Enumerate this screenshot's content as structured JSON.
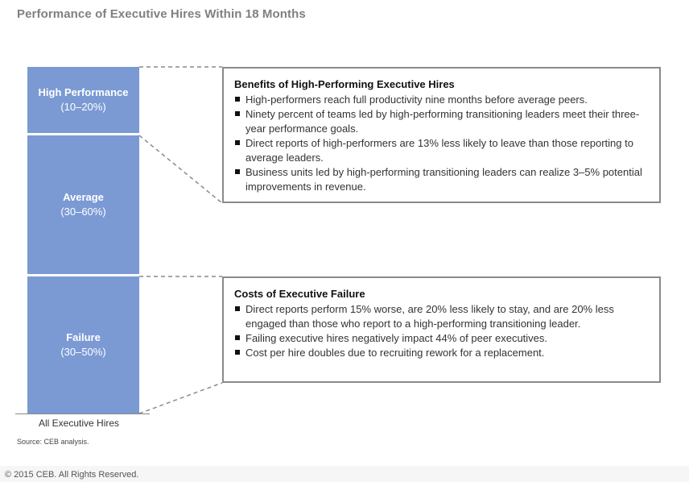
{
  "title": "Performance of Executive Hires Within 18 Months",
  "segments": [
    {
      "name": "High Performance",
      "range": "(10–20%)"
    },
    {
      "name": "Average",
      "range": "(30–60%)"
    },
    {
      "name": "Failure",
      "range": "(30–50%)"
    }
  ],
  "axis_label": "All Executive Hires",
  "source": "Source: CEB analysis.",
  "benefits": {
    "title": "Benefits of High-Performing Executive Hires",
    "items": [
      "High-performers reach full productivity nine months before average peers.",
      "Ninety percent of teams led by high-performing transitioning leaders meet their three-year performance goals.",
      "Direct reports of high-performers are 13% less likely to leave than those reporting to average leaders.",
      "Business units led by high-performing transitioning leaders can realize 3–5% potential improvements in revenue."
    ]
  },
  "costs": {
    "title": "Costs of Executive Failure",
    "items": [
      "Direct reports perform 15% worse, are 20% less likely to stay, and are 20% less engaged than those who report to a high-performing transitioning leader.",
      "Failing executive hires negatively impact 44% of peer executives.",
      "Cost per hire doubles due to recruiting rework for a replacement."
    ]
  },
  "copyright": "© 2015 CEB. All Rights Reserved.",
  "colors": {
    "bar": "#7b9ad4",
    "border": "#8a8a8a",
    "title": "#808080"
  }
}
